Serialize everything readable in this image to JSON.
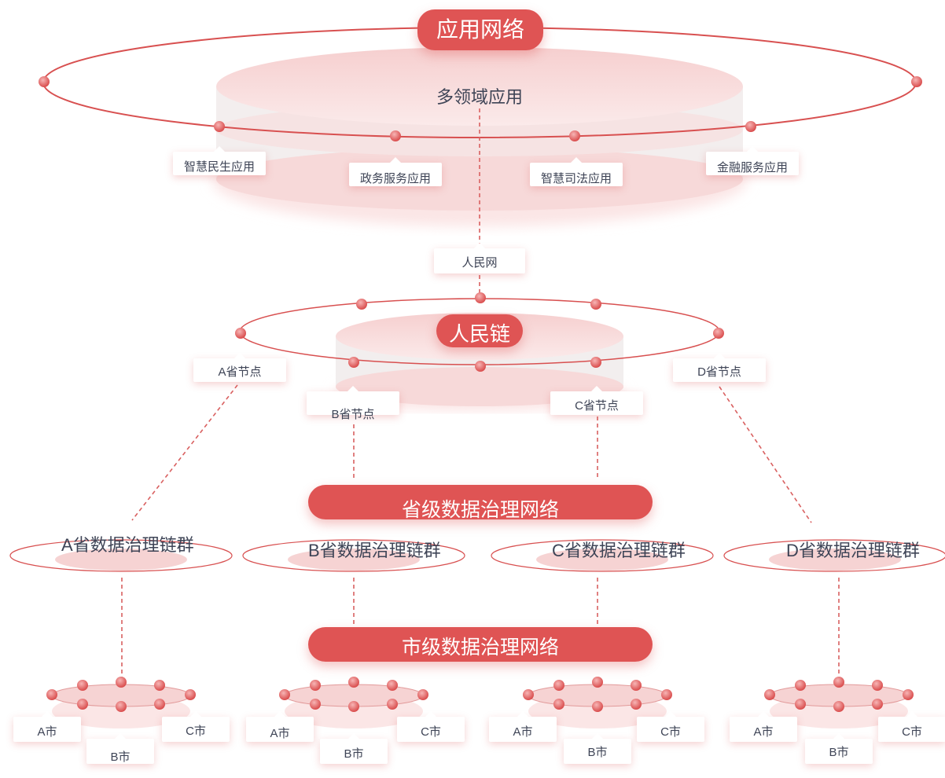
{
  "top": {
    "banner": "应用网络",
    "center_label": "多领域应用",
    "apps": [
      "智慧民生应用",
      "政务服务应用",
      "智慧司法应用",
      "金融服务应用"
    ]
  },
  "link_label": "人民网",
  "chain": {
    "banner": "人民链",
    "nodes": [
      "A省节点",
      "B省节点",
      "C省节点",
      "D省节点"
    ]
  },
  "provincial": {
    "banner": "省级数据治理网络",
    "clusters": [
      "A省数据治理链群",
      "B省数据治理链群",
      "C省数据治理链群",
      "D省数据治理链群"
    ]
  },
  "city": {
    "banner": "市级数据治理网络",
    "labels": [
      "A市",
      "B市",
      "C市"
    ]
  },
  "colors": {
    "accent": "#df5454",
    "dot": "#e46a6a",
    "text": "#3e4456",
    "disk": "#f7d6d6"
  }
}
